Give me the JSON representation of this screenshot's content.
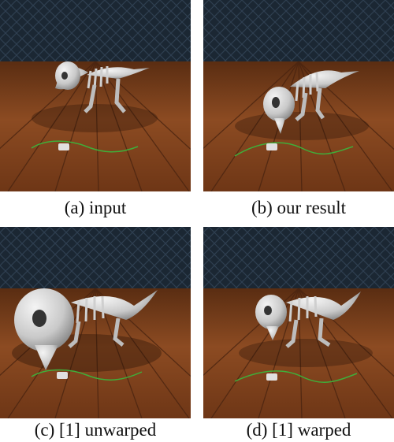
{
  "figure": {
    "panels": [
      {
        "caption": "(a) input"
      },
      {
        "caption": "(b) our result"
      },
      {
        "caption": "(c) [1] unwarped"
      },
      {
        "caption": "(d) [1] warped"
      }
    ]
  },
  "colors": {
    "wall": "#1b2733",
    "wall_pattern": "#2c3c4c",
    "floor_light": "#8a4a22",
    "floor_dark": "#4a2410",
    "bone": "#d9d9d9",
    "trajectory": "#3fae3a"
  }
}
